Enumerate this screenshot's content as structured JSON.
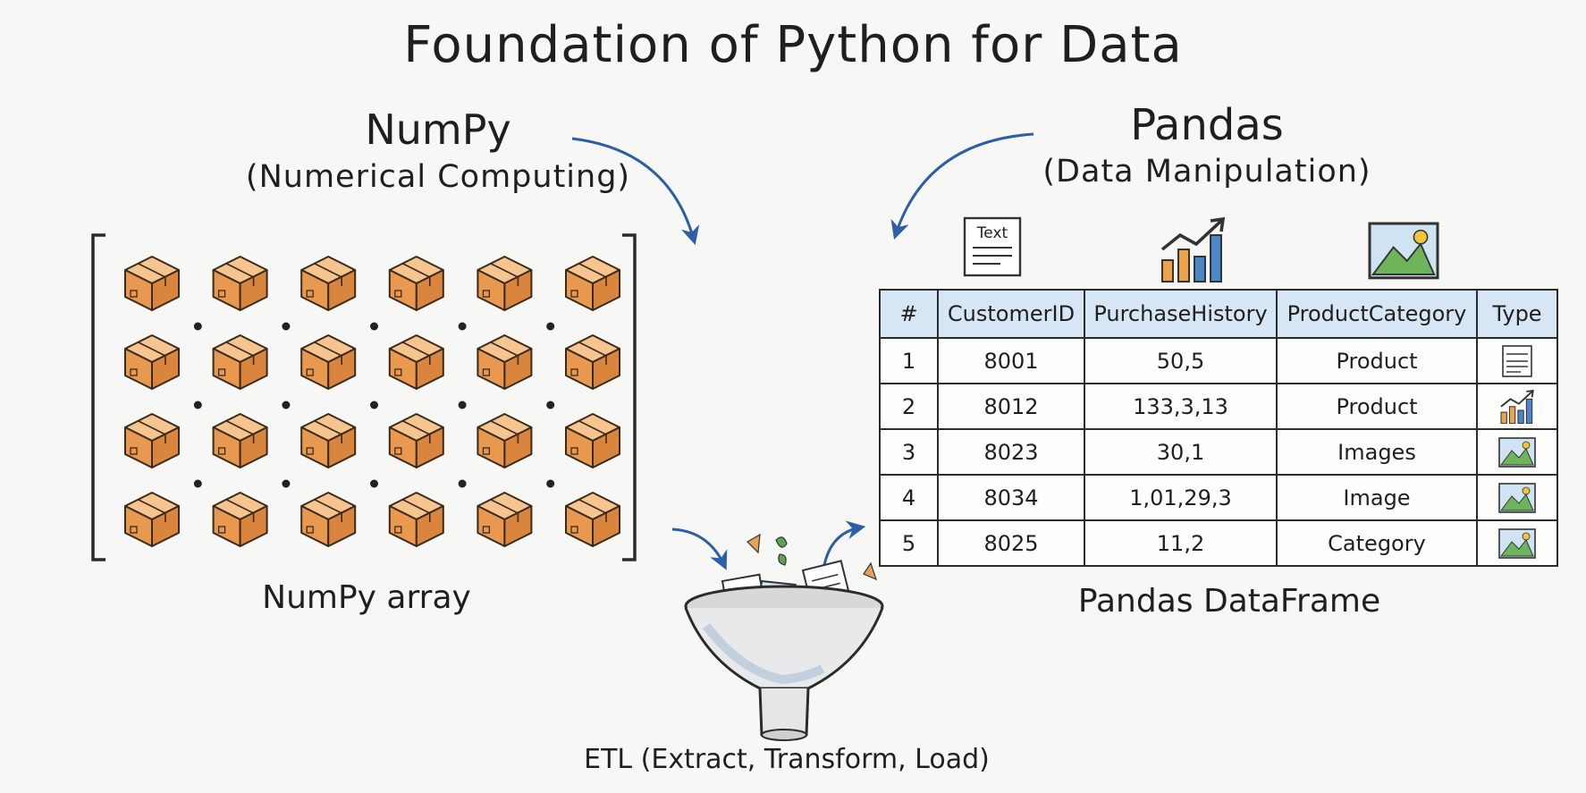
{
  "title": "Foundation of Python for Data",
  "numpy": {
    "title": "NumPy",
    "subtitle": "(Numerical Computing)",
    "caption": "NumPy array",
    "rows": 4,
    "cols": 6
  },
  "pandas": {
    "title": "Pandas",
    "subtitle": "(Data Manipulation)",
    "caption": "Pandas DataFrame",
    "icons": {
      "text_label": "Text"
    },
    "table": {
      "columns": [
        "#",
        "CustomerID",
        "PurchaseHistory",
        "ProductCategory",
        "Type"
      ],
      "rows": [
        {
          "num": "1",
          "customer_id": "8001",
          "purchase_history": "50,5",
          "product_category": "Product",
          "type": "text-icon"
        },
        {
          "num": "2",
          "customer_id": "8012",
          "purchase_history": "133,3,13",
          "product_category": "Product",
          "type": "chart-icon"
        },
        {
          "num": "3",
          "customer_id": "8023",
          "purchase_history": "30,1",
          "product_category": "Images",
          "type": "image-icon"
        },
        {
          "num": "4",
          "customer_id": "8034",
          "purchase_history": "1,01,29,3",
          "product_category": "Image",
          "type": "image-icon"
        },
        {
          "num": "5",
          "customer_id": "8025",
          "purchase_history": "11,2",
          "product_category": "Category",
          "type": "image-icon"
        }
      ]
    }
  },
  "etl": {
    "caption": "ETL (Extract, Transform, Load)"
  },
  "colors": {
    "box": "#eda35a",
    "arrow": "#2d5fa8",
    "header": "#d7e6f4",
    "ink": "#2b2b2b"
  }
}
